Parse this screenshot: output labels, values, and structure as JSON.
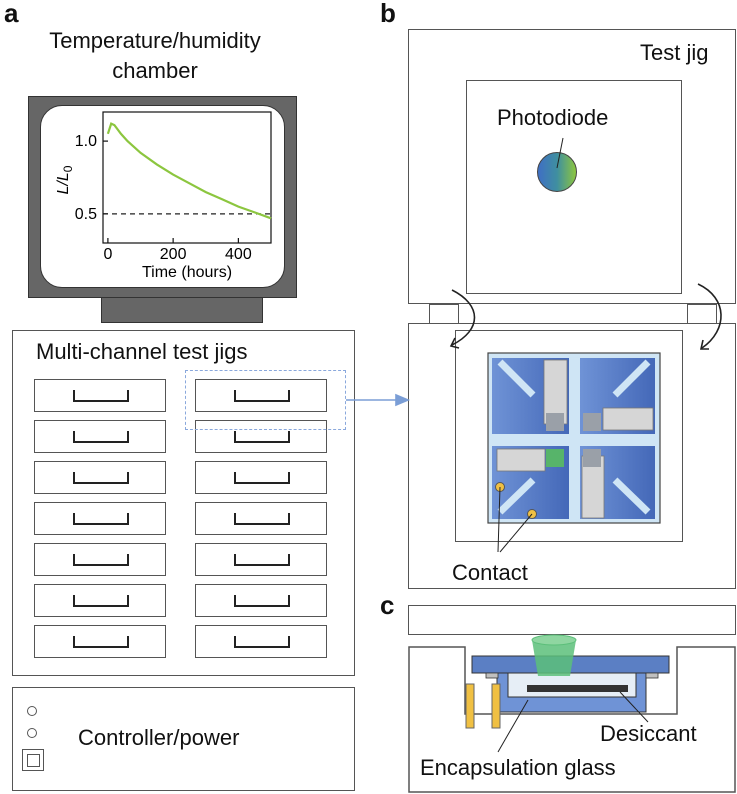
{
  "panels": {
    "a": "a",
    "b": "b",
    "c": "c"
  },
  "chamber": {
    "title_line1": "Temperature/humidity",
    "title_line2": "chamber"
  },
  "chart_data": {
    "type": "line",
    "xlabel": "Time (hours)",
    "ylabel_main": "L/L",
    "ylabel_sub": "0",
    "x_ticks": [
      0,
      200,
      400
    ],
    "y_ticks": [
      0.5,
      1.0
    ],
    "y_tick_labels": [
      "0.5",
      "1.0"
    ],
    "xlim": [
      -15,
      500
    ],
    "ylim": [
      0.3,
      1.2
    ],
    "reference_line": {
      "y": 0.5,
      "style": "dashed"
    },
    "series": [
      {
        "color": "#8cc63f",
        "x": [
          0,
          10,
          20,
          30,
          40,
          60,
          80,
          100,
          150,
          200,
          250,
          300,
          350,
          400,
          450,
          500
        ],
        "y": [
          1.05,
          1.12,
          1.11,
          1.08,
          1.05,
          1.0,
          0.96,
          0.92,
          0.84,
          0.77,
          0.71,
          0.65,
          0.6,
          0.55,
          0.51,
          0.47
        ]
      }
    ]
  },
  "jigs": {
    "title": "Multi-channel test jigs",
    "columns": 2,
    "rows": 7
  },
  "controller": {
    "label": "Controller/power"
  },
  "test_jig": {
    "label": "Test jig",
    "photodiode_label": "Photodiode",
    "contact_label": "Contact"
  },
  "encapsulation": {
    "desiccant_label": "Desiccant",
    "glass_label": "Encapsulation glass"
  },
  "colors": {
    "device_blue": "#5b7fc4",
    "light_blue": "#cfe5f5",
    "gray_pad": "#d4d4d4",
    "green": "#8cc63f",
    "arrow_blue": "#7b9ed6",
    "contact_gold": "#f0c043"
  }
}
